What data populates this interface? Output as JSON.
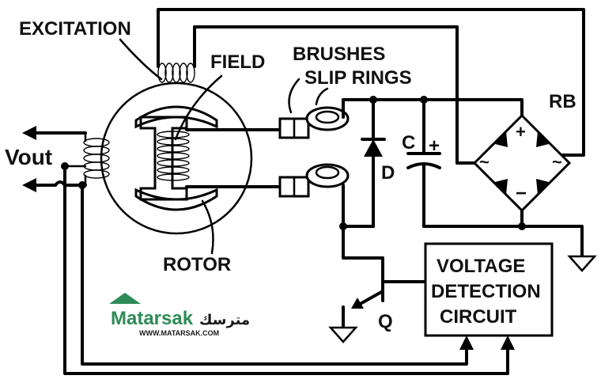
{
  "labels": {
    "excitation": "EXCITATION",
    "field": "FIELD",
    "brushes": "BRUSHES",
    "slip_rings": "SLIP RINGS",
    "vout": "Vout",
    "rotor": "ROTOR",
    "rb": "RB",
    "capacitor": "C",
    "diode": "D",
    "transistor": "Q",
    "plus": "+",
    "minus": "−",
    "ac1": "~",
    "ac2": "~",
    "cap_plus": "+",
    "vdc_line1": "VOLTAGE",
    "vdc_line2": "DETECTION",
    "vdc_line3": "CIRCUIT"
  },
  "logo": {
    "brand": "Matarsak",
    "arabic": "مترسك",
    "url": "WWW.MATARSAK.COM",
    "color": "#2e8b57"
  },
  "colors": {
    "wire": "#000000",
    "background": "#ffffff"
  }
}
